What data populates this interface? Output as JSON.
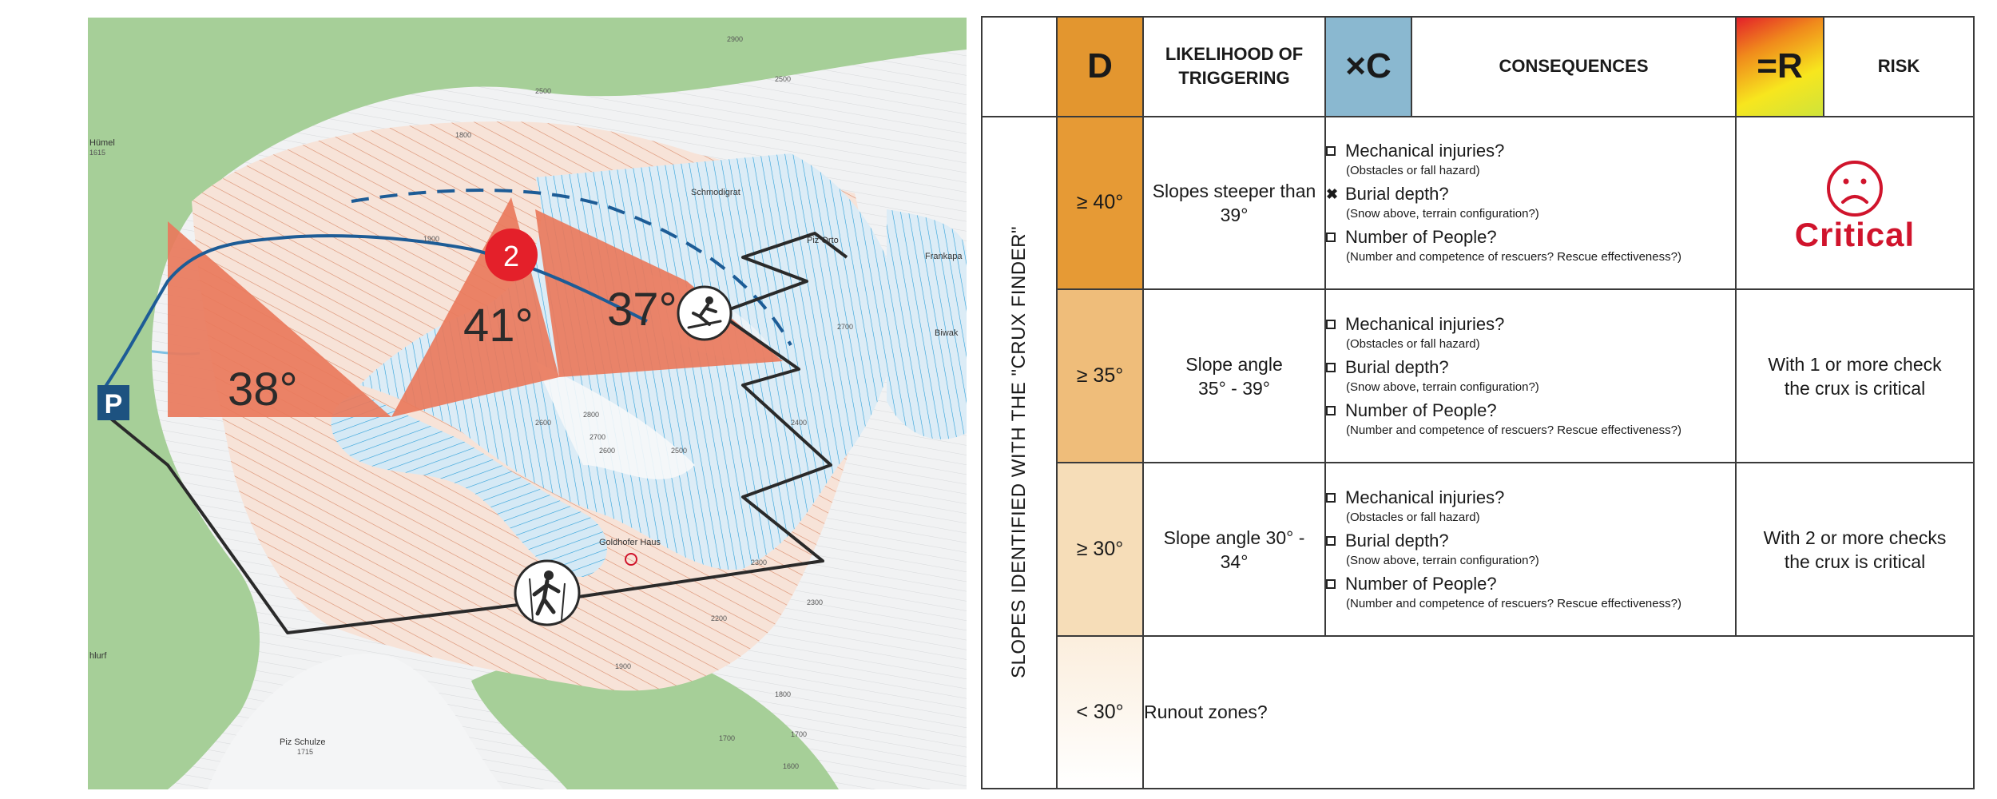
{
  "map": {
    "parking_label": "P",
    "waypoint_number": "2",
    "slopes": [
      "38°",
      "41°",
      "37°"
    ],
    "place_names": [
      "Schmodigrat",
      "Piz Orto",
      "Frankapa",
      "Biwak",
      "Goldhofer Haus",
      "Piz Schulze",
      "Hümel",
      "hlurf"
    ],
    "elevations": [
      "2900",
      "2500",
      "1800",
      "2500",
      "1900",
      "2700",
      "2600",
      "2800",
      "1700",
      "2700",
      "2600",
      "2500",
      "2400",
      "2300",
      "2300",
      "2200",
      "1900",
      "1800",
      "1700",
      "1600",
      "1715",
      "1615"
    ],
    "colors": {
      "green": "#a6cf98",
      "orange": "#e9795c",
      "blue": "#1e9ad8",
      "route_blue": "#1d5c96",
      "route_black": "#2a2a2a",
      "marker_red": "#e4202a",
      "parking": "#1d5280"
    },
    "icons": [
      "skier-icon",
      "skier-icon",
      "parking-icon",
      "waypoint-marker"
    ]
  },
  "table": {
    "header": {
      "d": "D",
      "likelihood": "LIKELIHOOD OF TRIGGERING",
      "c": "×C",
      "consequences": "CONSEQUENCES",
      "r": "=R",
      "risk": "RISK"
    },
    "side_label": "SLOPES IDENTIFIED WITH THE \"CRUX FINDER\"",
    "rows": [
      {
        "d": "≥ 40°",
        "likelihood": "Slopes steeper than 39°",
        "risk": "Critical"
      },
      {
        "d": "≥ 35°",
        "likelihood": "Slope angle 35° - 39°",
        "risk": "With 1 or more check the crux is critical"
      },
      {
        "d": "≥ 30°",
        "likelihood": "Slope angle 30° - 34°",
        "risk": "With 2 or more checks the crux is critical"
      }
    ],
    "consequences": [
      {
        "label": "Mechanical injuries?",
        "sub": "(Obstacles or fall hazard)"
      },
      {
        "label": "Burial depth?",
        "sub": "(Snow above, terrain configuration?)"
      },
      {
        "label": "Number of People?",
        "sub": "(Number and competence of rescuers? Rescue effectiveness?)"
      }
    ],
    "last_row": {
      "d": "< 30°",
      "text": "Runout zones?"
    },
    "colors": {
      "d_top": "#e3962f",
      "d_bottom": "#ffffff",
      "c_header": "#8ab8d0",
      "critical": "#d0142c"
    },
    "icons": {
      "risk_face": "sad-face-icon",
      "checked": "cross-mark-icon",
      "unchecked": "checkbox-icon"
    }
  }
}
